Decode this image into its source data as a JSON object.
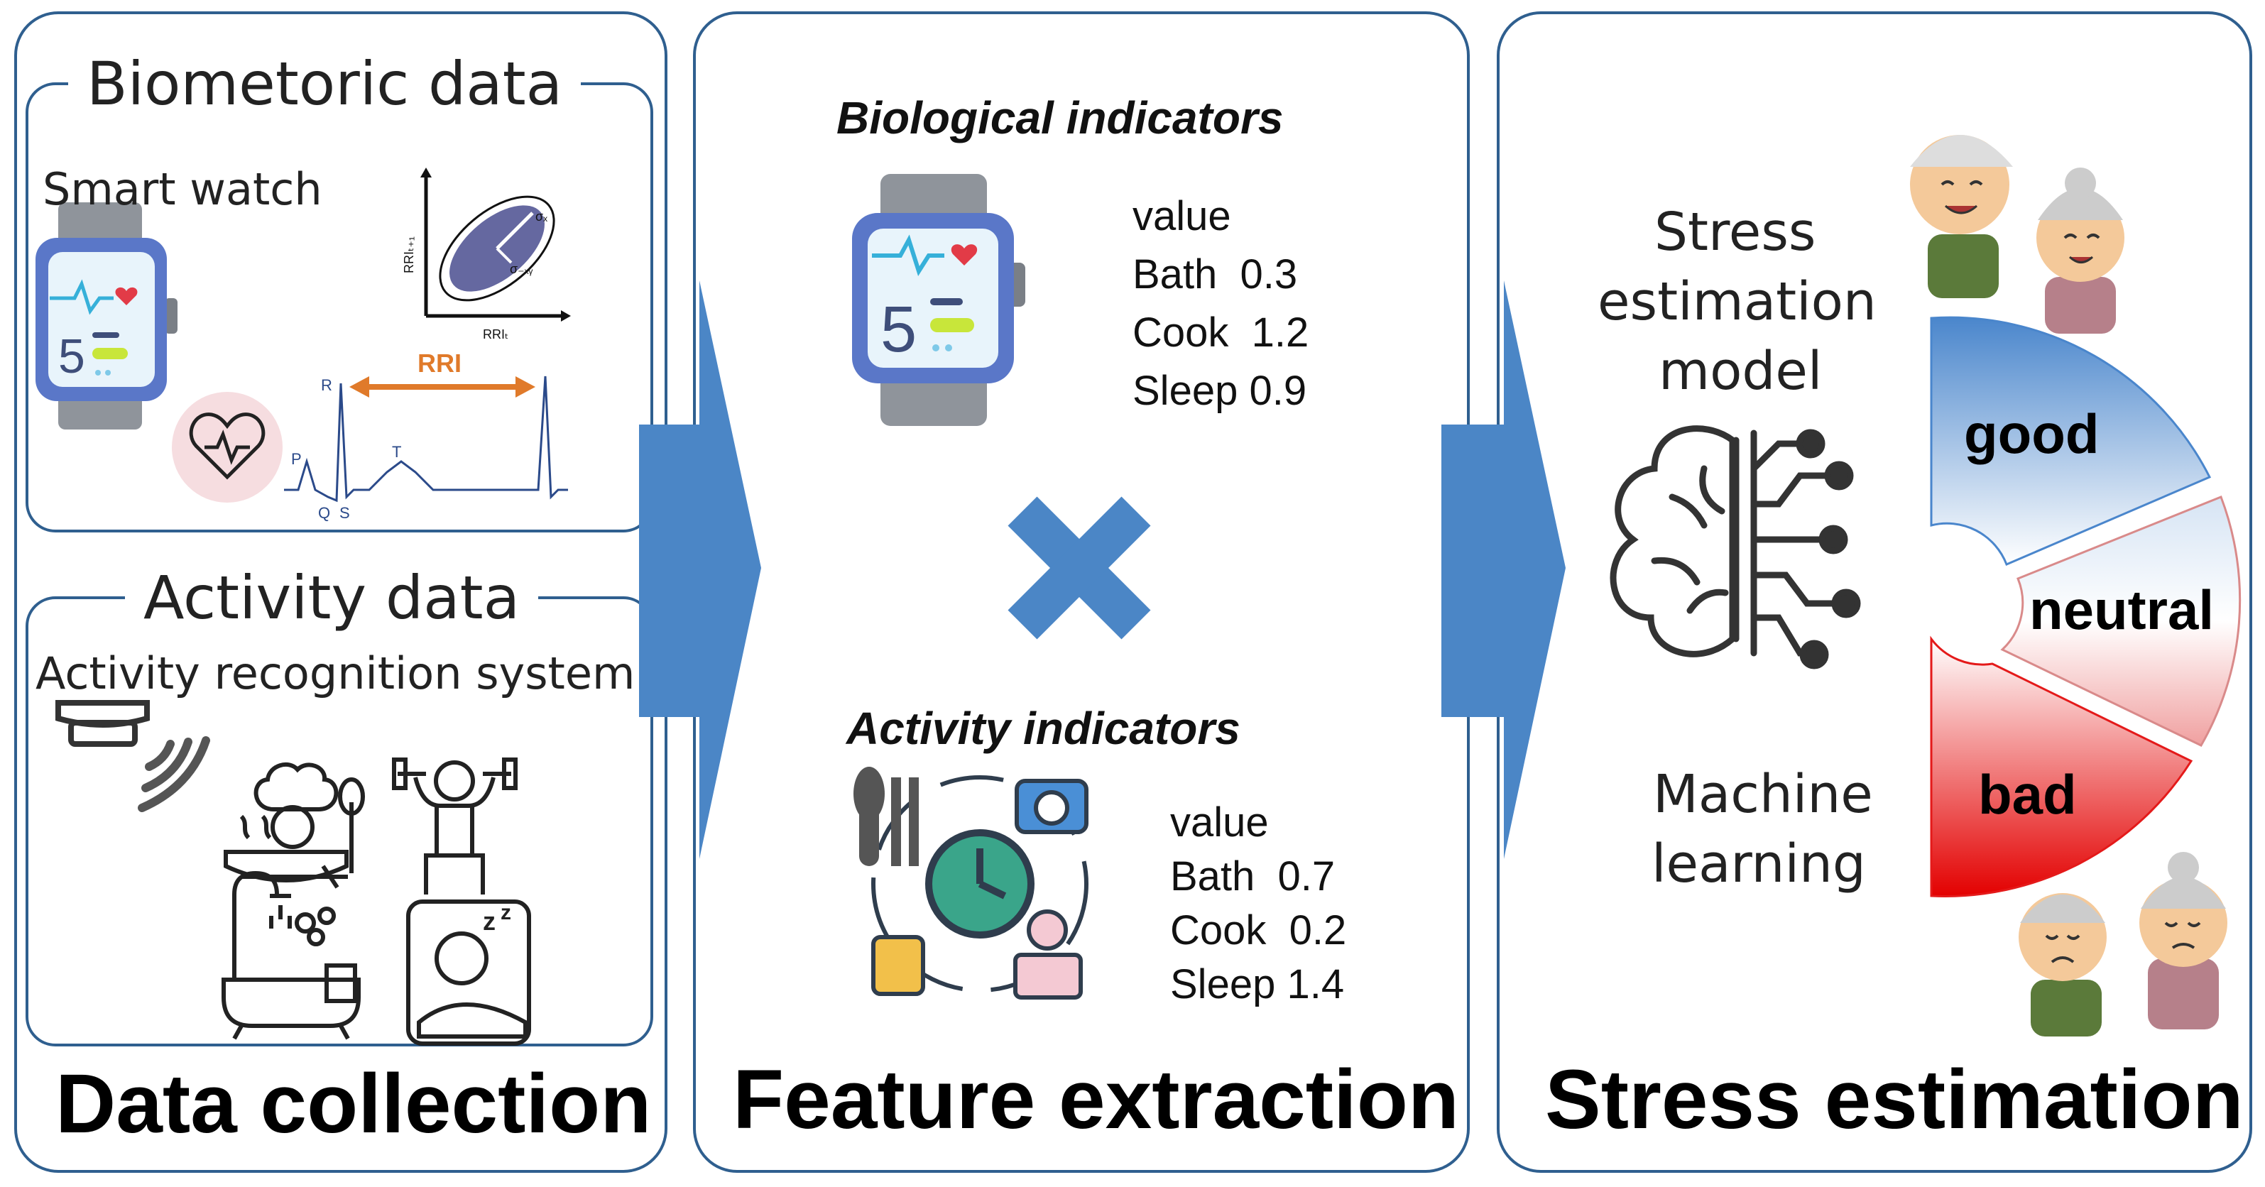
{
  "panels": {
    "collection": {
      "title": "Data collection",
      "biometric": {
        "heading": "Biometoric data",
        "device": "Smart watch",
        "rri_label": "RRI",
        "ecg_labels": [
          "P",
          "Q",
          "R",
          "S",
          "T"
        ],
        "scatter_labels": {
          "x_axis": "RRIₜ",
          "y_axis": "RRIₜ₊₁",
          "sigma_x": "σₓ",
          "sigma_y": "σ₋ₓᵧ"
        },
        "watch_digit": "5"
      },
      "activity": {
        "heading": "Activity data",
        "system": "Activity recognition system",
        "icons": [
          "sensor-icon",
          "wifi-icon",
          "chef-cooking-icon",
          "exercise-icon",
          "bath-icon",
          "sleep-icon"
        ]
      }
    },
    "extraction": {
      "title": "Feature extraction",
      "biological": {
        "heading": "Biological indicators",
        "value_header": "value",
        "rows": [
          "Bath  0.3",
          "Cook  1.2",
          "Sleep 0.9"
        ],
        "watch_digit": "5"
      },
      "operator": "×",
      "activity": {
        "heading": "Activity indicators",
        "value_header": "value",
        "rows": [
          "Bath  0.7",
          "Cook  0.2",
          "Sleep 1.4"
        ],
        "icons": [
          "cutlery-icon",
          "camera-icon",
          "clock-icon",
          "ticket-icon",
          "person-icon"
        ]
      }
    },
    "estimation": {
      "title": "Stress estimation",
      "model_lines": [
        "Stress",
        "estimation",
        "model"
      ],
      "ml_lines": [
        "Machine",
        "learning"
      ],
      "levels": [
        "good",
        "neutral",
        "bad"
      ],
      "level_colors": {
        "good": "#4a86cc",
        "neutral": "#f0a8a8",
        "bad": "#e41a1a"
      },
      "icons": [
        "brain-circuit-icon",
        "happy-elders-icon",
        "sad-elders-icon"
      ]
    }
  },
  "colors": {
    "panel_border": "#2f5f8f",
    "arrow": "#4b86c6",
    "cross": "#4b86c6"
  }
}
